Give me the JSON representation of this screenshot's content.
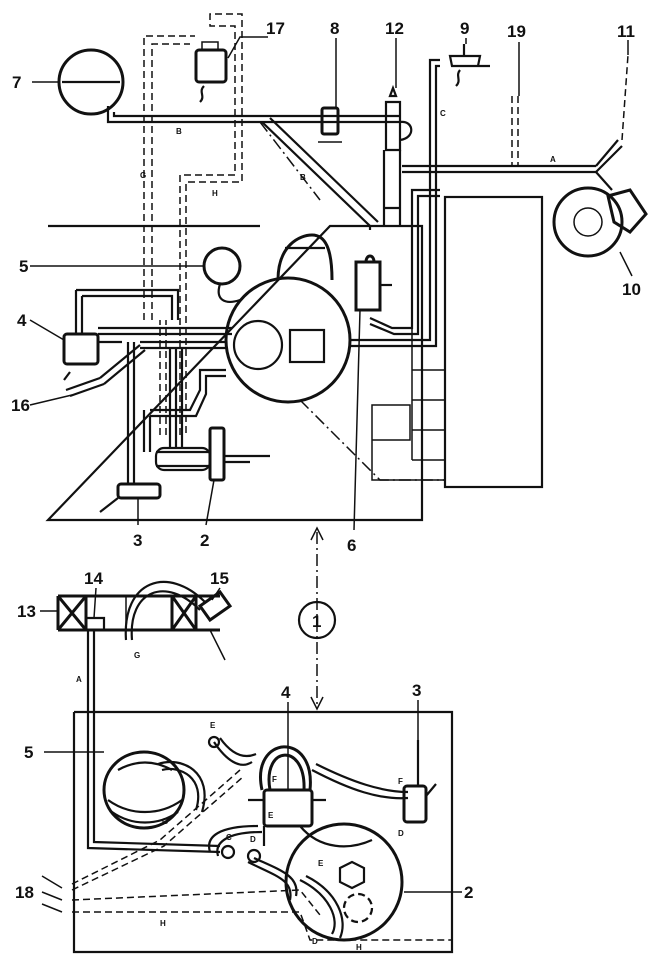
{
  "callouts": {
    "c1": "1",
    "c2": "2",
    "c3": "3",
    "c4": "4",
    "c5": "5",
    "c6": "6",
    "c7": "7",
    "c8": "8",
    "c9": "9",
    "c10": "10",
    "c11": "11",
    "c12": "12",
    "c13": "13",
    "c14": "14",
    "c15": "15",
    "c16": "16",
    "c17": "17",
    "c18": "18",
    "c19": "19"
  },
  "hose_letters": {
    "A": "A",
    "B": "B",
    "C": "C",
    "D": "D",
    "E": "E",
    "F": "F",
    "G": "G",
    "H": "H"
  }
}
